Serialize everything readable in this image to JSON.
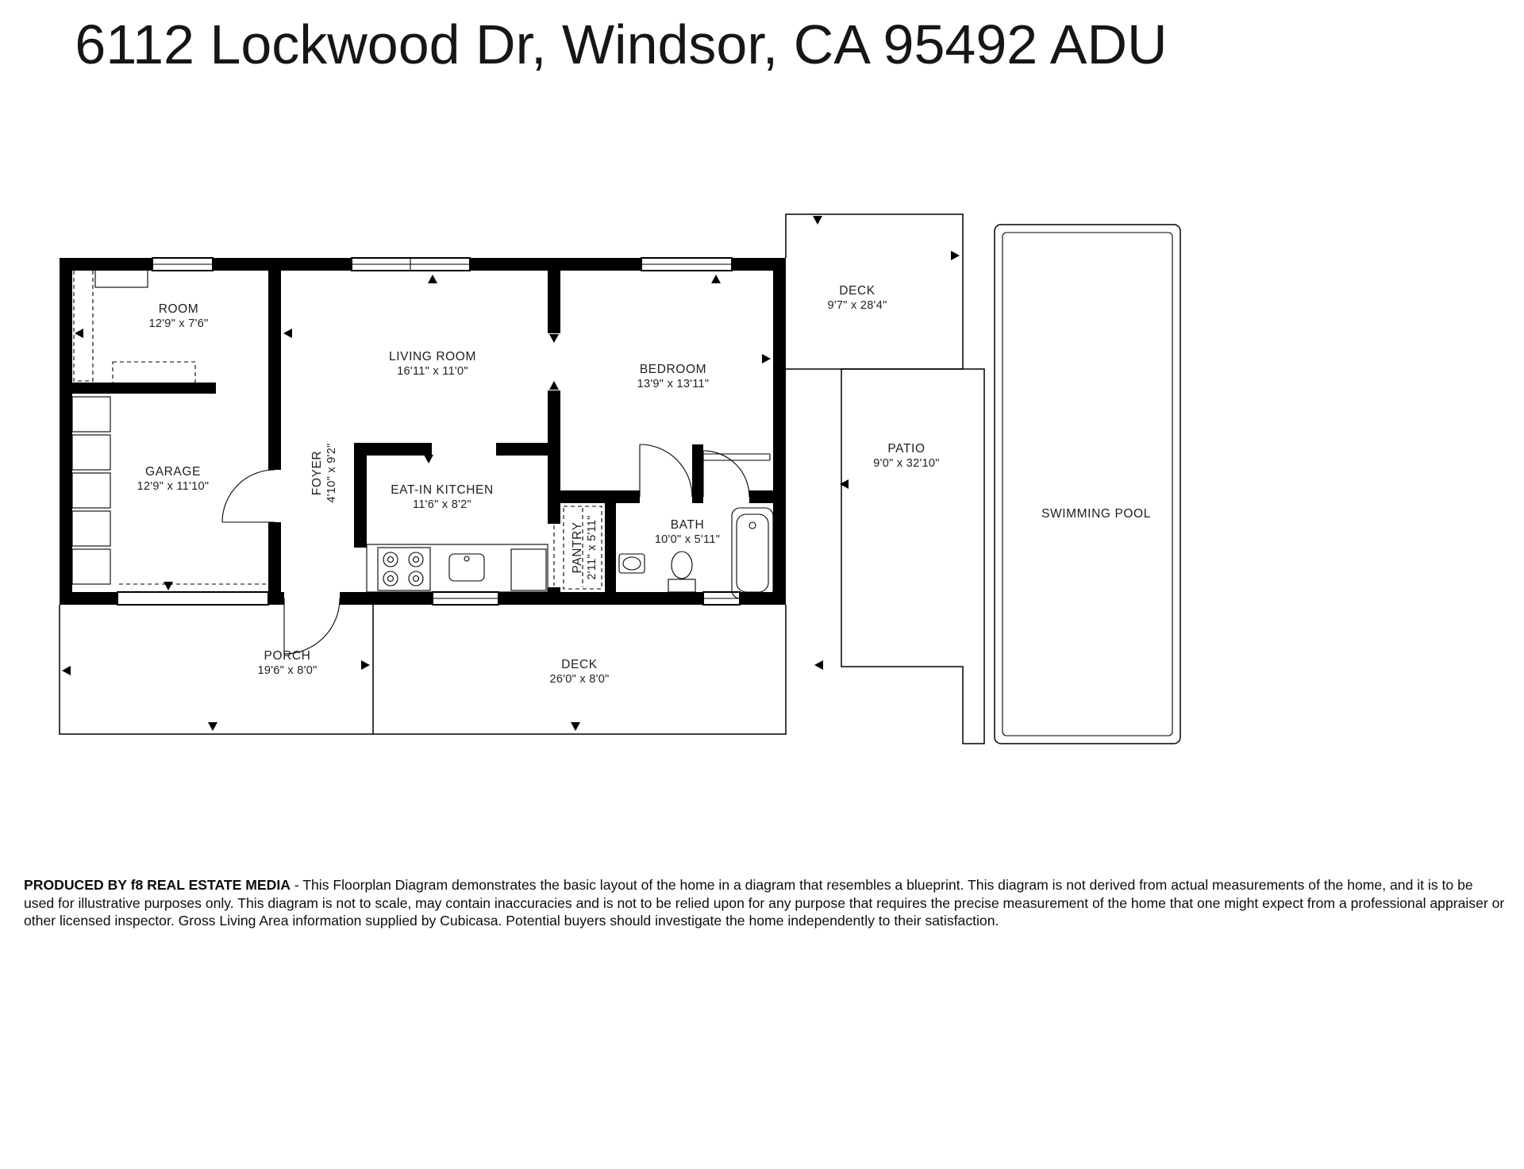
{
  "title": "6112 Lockwood Dr, Windsor, CA 95492 ADU",
  "rooms": {
    "room": {
      "name": "ROOM",
      "dims": "12'9\" x 7'6\""
    },
    "garage": {
      "name": "GARAGE",
      "dims": "12'9\" x 11'10\""
    },
    "living": {
      "name": "LIVING ROOM",
      "dims": "16'11\" x 11'0\""
    },
    "foyer": {
      "name": "FOYER",
      "dims": "4'10\" x 9'2\""
    },
    "kitchen": {
      "name": "EAT-IN KITCHEN",
      "dims": "11'6\" x 8'2\""
    },
    "bedroom": {
      "name": "BEDROOM",
      "dims": "13'9\" x 13'11\""
    },
    "pantry": {
      "name": "PANTRY",
      "dims": "2'11\" x 5'11\""
    },
    "bath": {
      "name": "BATH",
      "dims": "10'0\" x 5'11\""
    },
    "deck_top": {
      "name": "DECK",
      "dims": "9'7\" x 28'4\""
    },
    "patio": {
      "name": "PATIO",
      "dims": "9'0\" x 32'10\""
    },
    "pool": {
      "name": "SWIMMING POOL"
    },
    "porch": {
      "name": "PORCH",
      "dims": "19'6\" x 8'0\""
    },
    "deck_bottom": {
      "name": "DECK",
      "dims": "26'0\" x 8'0\""
    }
  },
  "footer": {
    "bold": "PRODUCED BY f8 REAL ESTATE MEDIA",
    "text": " - This Floorplan Diagram demonstrates the basic layout of the home in a diagram that resembles a blueprint. This diagram is not derived from actual measurements of the home, and it is to be used for illustrative purposes only. This diagram is not to scale, may contain inaccuracies and is not to be relied upon for any purpose that requires the precise measurement of the home that one might expect from a professional appraiser or other licensed inspector. Gross Living Area information supplied by Cubicasa. Potential buyers should investigate the home independently to their satisfaction."
  },
  "colors": {
    "wall": "#000000",
    "line": "#000000",
    "text": "#202020",
    "background": "#ffffff"
  }
}
